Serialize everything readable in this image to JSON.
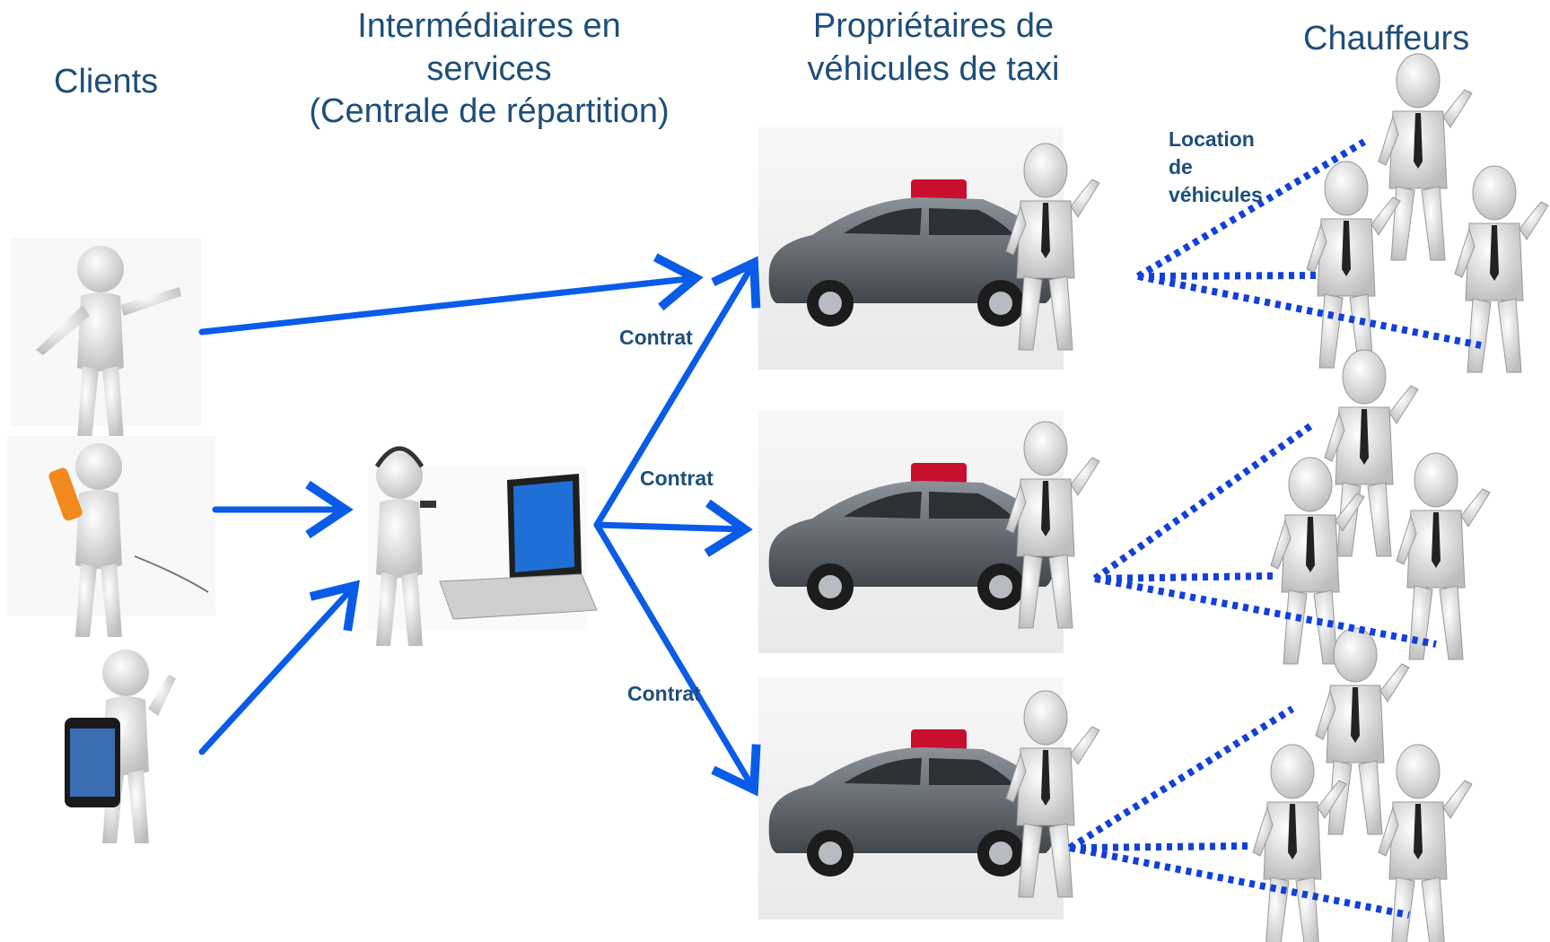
{
  "headings": {
    "clients": "Clients",
    "intermediaries_line1": "Intermédiaires en",
    "intermediaries_line2": "services",
    "intermediaries_line3": "(Centrale de répartition)",
    "owners_line1": "Propriétaires de",
    "owners_line2": "véhicules de taxi",
    "drivers": "Chauffeurs"
  },
  "labels": {
    "contract_1": "Contrat",
    "contract_2": "Contrat",
    "contract_3": "Contrat",
    "rental_line1": "Location",
    "rental_line2": "de",
    "rental_line3": "véhicules"
  },
  "colors": {
    "arrow": "#0a5ce8",
    "dotted": "#1240d8",
    "text": "#1f4e79",
    "car_body": "#5b6067",
    "taxi_sign": "#c8102e",
    "figure": "#d9d9d9"
  }
}
